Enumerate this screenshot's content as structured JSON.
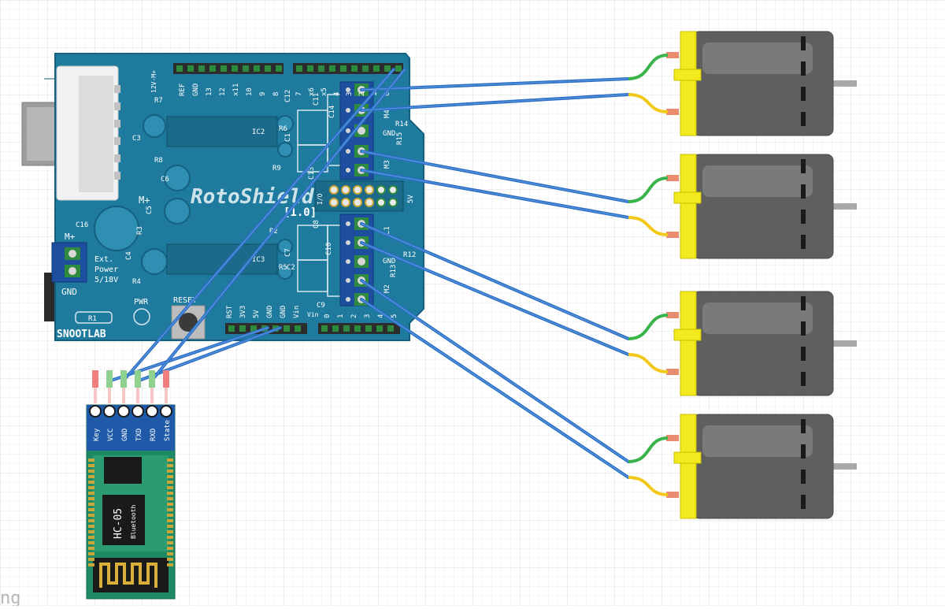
{
  "shield": {
    "title": "RotoShield",
    "version": "[1.0]",
    "brand": "SNOOTLAB",
    "reset": "RESET",
    "pwr": "PWR",
    "ext_power": [
      "Ext.",
      "Power",
      "5/18V"
    ],
    "m_plus_top": "M+",
    "m_plus_left": "M+",
    "gnd_left": "GND",
    "voltage": "12V-M+",
    "header_top_left": [
      "REF",
      "GND",
      "13",
      "12",
      "x11",
      "10",
      "9",
      "8"
    ],
    "header_top_right": [
      "7",
      "x6",
      "x5",
      "4",
      "3",
      "2",
      "1",
      "0"
    ],
    "header_bottom_left": [
      "RST",
      "3V3",
      "5V",
      "GND",
      "GND",
      "Vin"
    ],
    "header_bottom_right": [
      "0",
      "1",
      "2",
      "3",
      "4",
      "5"
    ],
    "components": [
      "R7",
      "C3",
      "R8",
      "C6",
      "C16",
      "C5",
      "R3",
      "C4",
      "R4",
      "R1",
      "IC2",
      "IC3",
      "R6",
      "R9",
      "C1",
      "C12",
      "C11",
      "C14",
      "C13",
      "R2",
      "R5",
      "C2",
      "C7",
      "C8",
      "C10",
      "C9",
      "R14",
      "R15",
      "R13",
      "R12"
    ],
    "terminal_labels": [
      "M4",
      "GND",
      "M3",
      "L1",
      "GND",
      "M2"
    ],
    "io_label": "I/O",
    "five_v": "5V",
    "vin_small": "Vin"
  },
  "bluetooth": {
    "model": "HC-05",
    "sub": "Bluetooth",
    "pins": [
      "Key",
      "VCC",
      "GND",
      "TXD",
      "RXD",
      "State"
    ]
  },
  "motors": [
    {
      "id": "motor-1"
    },
    {
      "id": "motor-2"
    },
    {
      "id": "motor-3"
    },
    {
      "id": "motor-4"
    }
  ],
  "watermark": "ng",
  "colors": {
    "board": "#1f7b9e",
    "board_dark": "#15607e",
    "wire": "#2a6fc4",
    "motor_body": "#5f5f5f",
    "motor_cap": "#f2ea1f",
    "lead_green": "#3ab44a",
    "lead_yellow": "#f2c81a",
    "bt_board": "#1d8a63",
    "bt_header": "#1e5aa8"
  }
}
